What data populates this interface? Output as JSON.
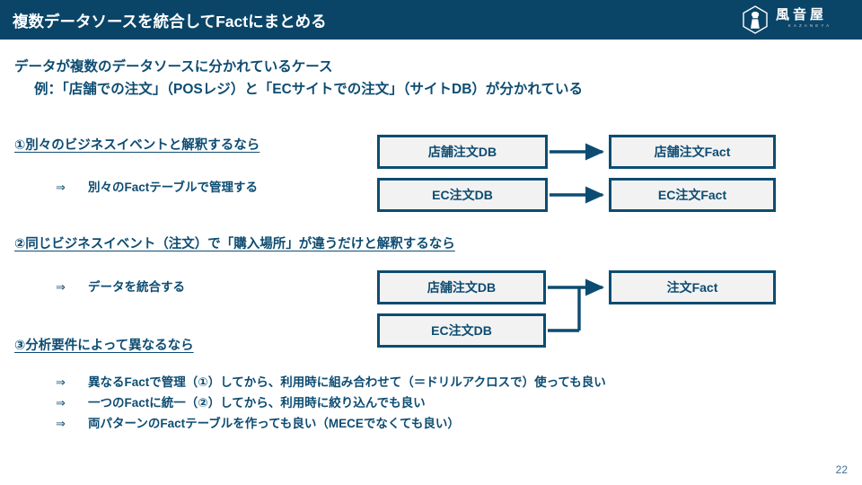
{
  "header": {
    "title": "複数データソースを統合してFactにまとめる",
    "logo": {
      "jp": "風音屋",
      "en": "KAZANEYA",
      "icon": "kazaneya-hexagon-logo-icon"
    },
    "bar_color": "#0a4568"
  },
  "lead": {
    "line1": "データが複数のデータソースに分かれているケース",
    "line2": "例：「店舗での注文」（POSレジ）と「ECサイトでの注文」（サイトDB）が分かれている"
  },
  "sections": [
    {
      "heading": "①別々のビジネスイベントと解釈するなら",
      "bullet_marker": "⇒",
      "bullet": "別々のFactテーブルで管理する",
      "diagram": {
        "type": "one-to-one",
        "sources": [
          "店舗注文DB",
          "EC注文DB"
        ],
        "targets": [
          "店舗注文Fact",
          "EC注文Fact"
        ]
      }
    },
    {
      "heading": "②同じビジネスイベント（注文）で「購入場所」が違うだけと解釈するなら",
      "bullet_marker": "⇒",
      "bullet": "データを統合する",
      "diagram": {
        "type": "many-to-one",
        "sources": [
          "店舗注文DB",
          "EC注文DB"
        ],
        "targets": [
          "注文Fact"
        ]
      }
    },
    {
      "heading": "③分析要件によって異なるなら",
      "bullet_marker": "⇒",
      "bullets": [
        "異なるFactで管理（①）してから、利用時に組み合わせて（＝ドリルアクロスで）使っても良い",
        "一つのFactに統一（②）してから、利用時に絞り込んでも良い",
        "両パターンのFactテーブルを作っても良い（MECEでなくても良い）"
      ]
    }
  ],
  "footer": {
    "page_number": "22"
  },
  "colors": {
    "accent": "#0d4c72",
    "header_bar": "#0a4568",
    "box_fill": "#f2f2f2",
    "box_border": "#0d4c72",
    "page_number": "#3d6f91"
  }
}
